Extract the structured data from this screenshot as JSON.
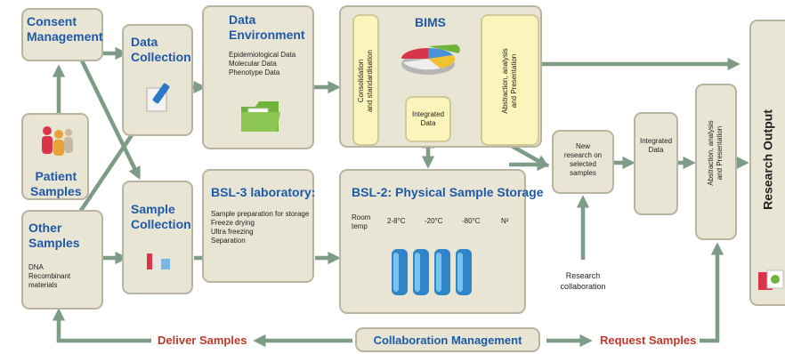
{
  "consent": {
    "line1": "Consent",
    "line2": "Management"
  },
  "patient": {
    "line1": "Patient",
    "line2": "Samples"
  },
  "other": {
    "line1": "Other",
    "line2": "Samples",
    "items": [
      "DNA",
      "Recombinant",
      "materials"
    ]
  },
  "data_collection": {
    "line1": "Data",
    "line2": "Collection"
  },
  "sample_collection": {
    "line1": "Sample",
    "line2": "Collection"
  },
  "data_env": {
    "line1": "Data",
    "line2": "Environment",
    "items": [
      "Epidemiological Data",
      "Molecular Data",
      "Phenotype Data"
    ]
  },
  "bsl3": {
    "title": "BSL-3 laboratory:",
    "items": [
      "Sample preparation for storage",
      "Freeze drying",
      "Ultra freezing",
      "Separation"
    ]
  },
  "bims": {
    "title": "BIMS",
    "consolidation": [
      "Consolidation",
      "and standardisation"
    ],
    "integrated": [
      "Integrated",
      "Data"
    ],
    "abstraction": [
      "Abstraction, analysis",
      "and Presentation"
    ]
  },
  "bsl2": {
    "title": "BSL-2: Physical Sample Storage",
    "temps": [
      "Room",
      "temp",
      "2-8°C",
      "-20°C",
      "-80°C",
      "N²"
    ]
  },
  "new_research": [
    "New",
    "research on",
    "selected",
    "samples"
  ],
  "integrated2": [
    "Integrated",
    "Data"
  ],
  "abstraction2": [
    "Abstraction, analysis",
    "and Presentation"
  ],
  "research_collab": [
    "Research",
    "collaboration"
  ],
  "research_output": "Research Output",
  "collab_mgmt": "Collaboration Management",
  "deliver": "Deliver Samples",
  "request": "Request Samples",
  "colors": {
    "box": "#e9e5d5",
    "yellow_box": "#fbf5bb",
    "title_blue": "#1e5aa8",
    "arrow_green": "#7d9b86",
    "label_red": "#c0392b"
  }
}
